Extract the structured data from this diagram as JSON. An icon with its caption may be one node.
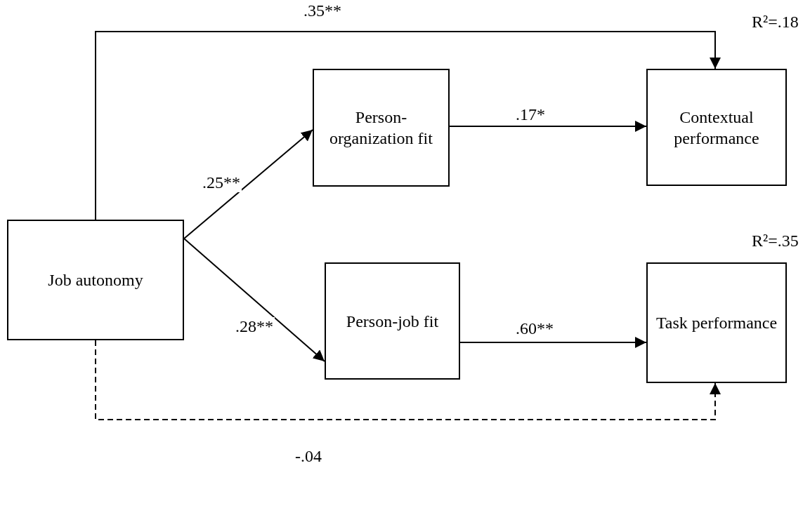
{
  "diagram": {
    "nodes": [
      {
        "text": [
          "Job autonomy"
        ]
      },
      {
        "text": [
          "Person- organization fit"
        ]
      },
      {
        "text": [
          "Contextual performance"
        ],
        "beside": [
          "R²=.18"
        ]
      },
      {
        "text": [
          "Person-job fit"
        ]
      },
      {
        "text": [
          "Task performance"
        ],
        "beside": [
          "R²=.35"
        ]
      }
    ],
    "edges": [
      {
        "from": 0,
        "to": 2,
        "arrow": "to",
        "label": ".35**"
      },
      {
        "from": 0,
        "to": 1,
        "arrow": "to",
        "label": ".25**"
      },
      {
        "from": 0,
        "to": 3,
        "arrow": "to",
        "label": ".28**"
      },
      {
        "from": 1,
        "to": 2,
        "arrow": "to",
        "label": ".17*"
      },
      {
        "from": 3,
        "to": 4,
        "arrow": "to",
        "label": ".60**"
      },
      {
        "from": 0,
        "to": 4,
        "arrow": "to",
        "label": "-.04",
        "style": "dashed"
      }
    ]
  }
}
